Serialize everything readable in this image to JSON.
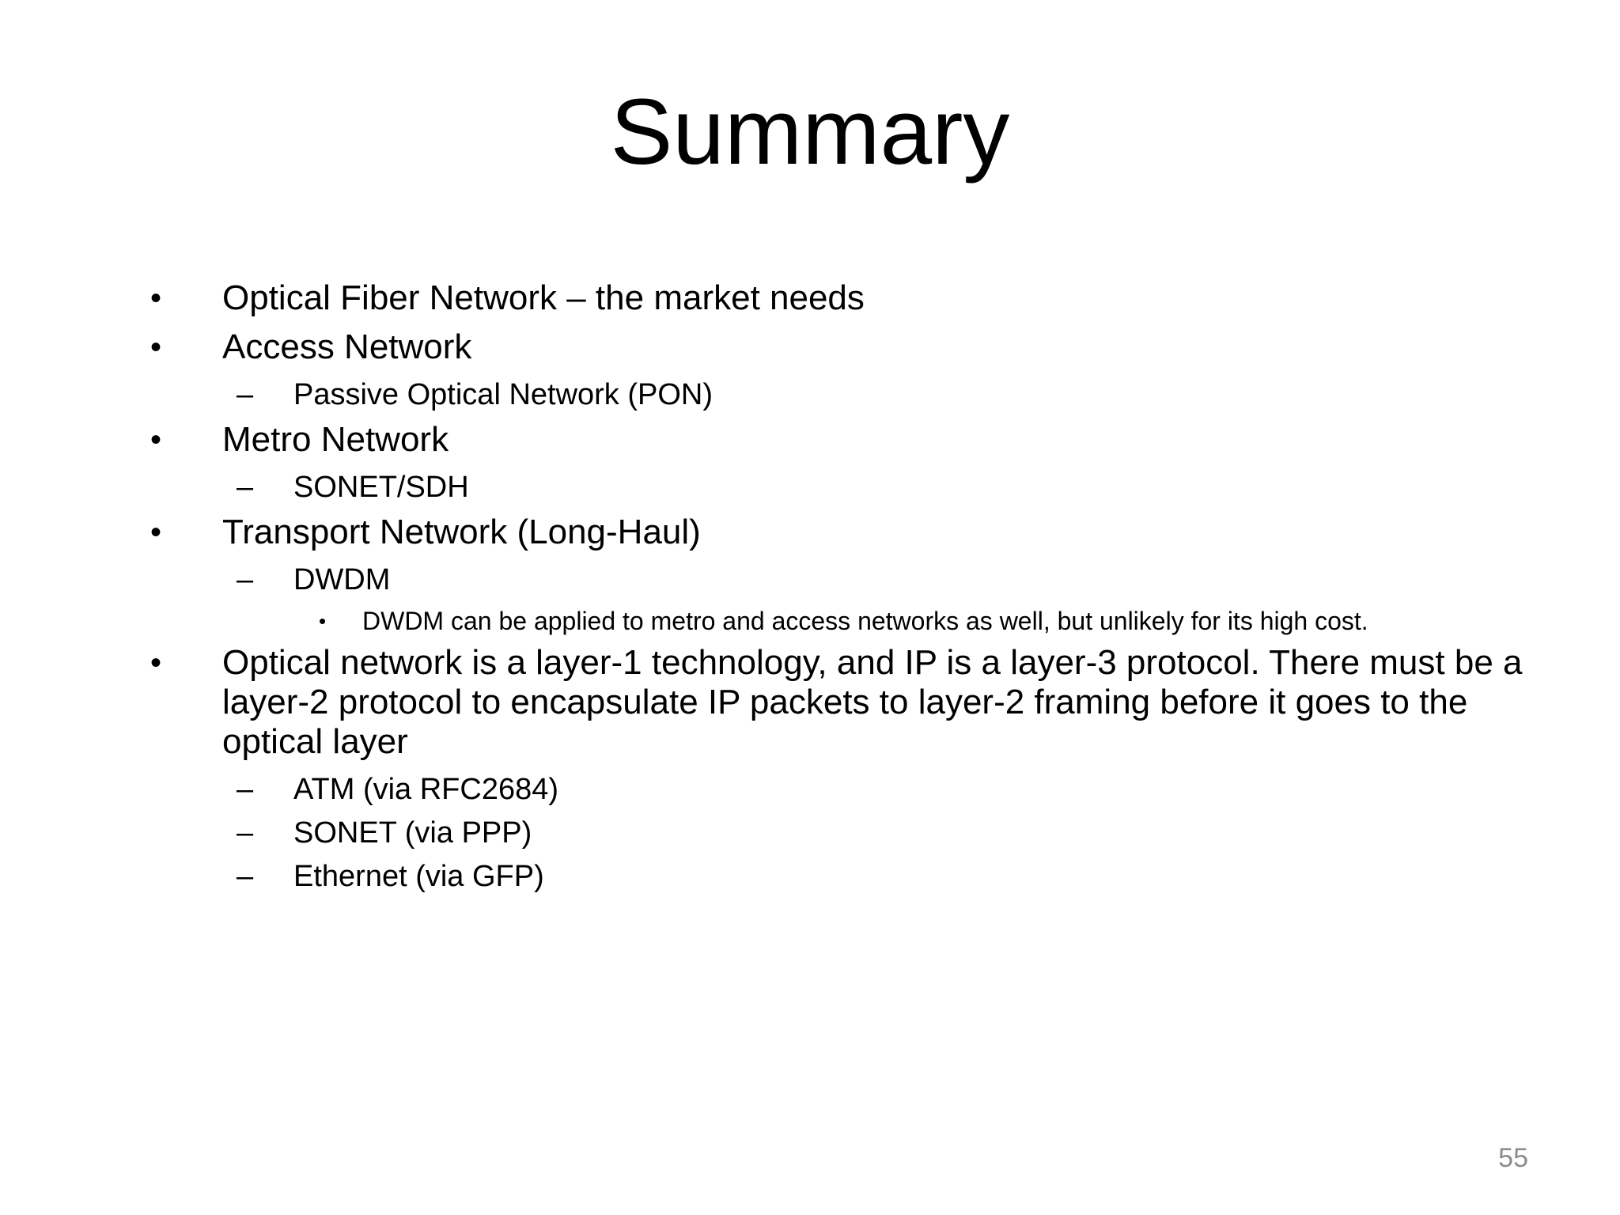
{
  "slide": {
    "title": "Summary",
    "page_number": "55",
    "bullet_char": "•",
    "dash_char": "–",
    "items": [
      {
        "level": 1,
        "text": "Optical Fiber Network – the market needs"
      },
      {
        "level": 1,
        "text": "Access Network"
      },
      {
        "level": 2,
        "text": "Passive Optical Network (PON)"
      },
      {
        "level": 1,
        "text": "Metro Network"
      },
      {
        "level": 2,
        "text": "SONET/SDH"
      },
      {
        "level": 1,
        "text": "Transport Network (Long-Haul)"
      },
      {
        "level": 2,
        "text": "DWDM"
      },
      {
        "level": 3,
        "text": "DWDM can be applied to metro and access networks as well, but unlikely for its high cost."
      },
      {
        "level": 1,
        "text": "Optical network is a layer-1 technology, and IP is a layer-3 protocol.  There must be a layer-2 protocol to encapsulate IP packets to layer-2 framing before it goes to the optical layer"
      },
      {
        "level": 2,
        "text": "ATM (via RFC2684)"
      },
      {
        "level": 2,
        "text": "SONET (via PPP)"
      },
      {
        "level": 2,
        "text": "Ethernet  (via GFP)"
      }
    ]
  }
}
